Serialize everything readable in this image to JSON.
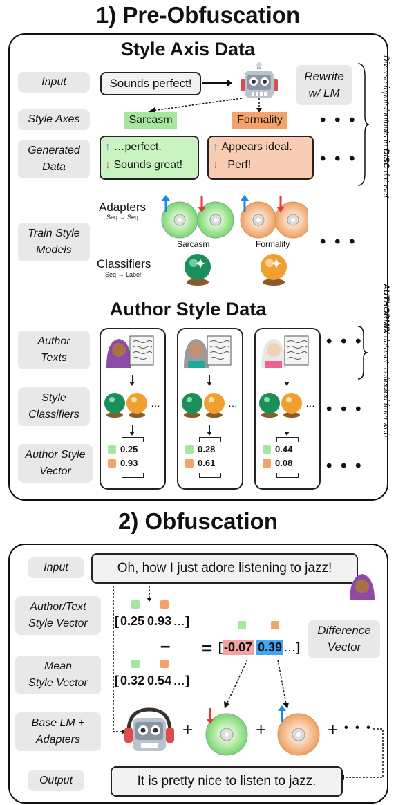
{
  "section1": {
    "title": "1) Pre-Obfuscation",
    "style_axis": {
      "title": "Style Axis Data",
      "labels": {
        "input": "Input",
        "style_axes": "Style Axes",
        "generated_data_1": "Generated",
        "generated_data_2": "Data",
        "train_1": "Train Style",
        "train_2": "Models"
      },
      "input_text": "Sounds perfect!",
      "rewrite_1": "Rewrite",
      "rewrite_2": "w/ LM",
      "axis_sarcasm": "Sarcasm",
      "axis_formality": "Formality",
      "gen_sarcasm_up": "…perfect.",
      "gen_sarcasm_down": "Sounds great!",
      "gen_formality_up": "Appears ideal.",
      "gen_formality_down": "Perf!",
      "adapters_label": "Adapters",
      "adapters_sub": "Seq → Seq",
      "classifiers_label": "Classifiers",
      "classifiers_sub": "Seq → Label",
      "disc_sarcasm": "Sarcasm",
      "disc_formality": "Formality",
      "side_note_prefix": "Diverse inputs/outputs in ",
      "side_note_bold": "DISC",
      "side_note_suffix": " dataset",
      "ellipsis": "• • •"
    },
    "author_style": {
      "title": "Author Style Data",
      "labels": {
        "author_texts_1": "Author",
        "author_texts_2": "Texts",
        "style_cls_1": "Style",
        "style_cls_2": "Classifiers",
        "vector_1": "Author Style",
        "vector_2": "Vector"
      },
      "authors": [
        {
          "v1": "0.25",
          "v2": "0.93"
        },
        {
          "v1": "0.28",
          "v2": "0.61"
        },
        {
          "v1": "0.44",
          "v2": "0.08"
        }
      ],
      "side_note_bold": "AUTHORMIX",
      "side_note_rest": " dataset, collected from web",
      "ellipsis": "• • •"
    }
  },
  "section2": {
    "title": "2) Obfuscation",
    "labels": {
      "input": "Input",
      "author_vec_1": "Author/Text",
      "author_vec_2": "Style Vector",
      "mean_vec_1": "Mean",
      "mean_vec_2": "Style Vector",
      "base_lm_1": "Base LM +",
      "base_lm_2": "Adapters",
      "output": "Output",
      "diff_1": "Difference",
      "diff_2": "Vector"
    },
    "input_text": "Oh, how I just adore listening to jazz!",
    "author_vector": [
      "0.25",
      "0.93"
    ],
    "mean_vector": [
      "0.32",
      "0.54"
    ],
    "difference_vector": [
      "-0.07",
      "0.39"
    ],
    "minus": "–",
    "equals": "=",
    "plus": "+",
    "vec_ellipsis": "…",
    "output_text": "It is pretty nice to listen to jazz.",
    "ellipsis": "• • •"
  },
  "colors": {
    "sarcasm": "#a6e69e",
    "formality": "#f2a26a",
    "up_arrow": "#1e88e5",
    "down_arrow": "#e53935",
    "neg_cell": "#f4a3a3",
    "pos_cell": "#42a5f5"
  }
}
